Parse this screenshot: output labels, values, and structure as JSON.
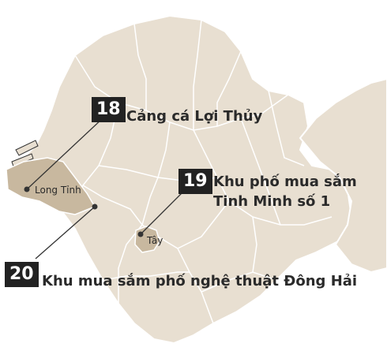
{
  "colors": {
    "land": "#e8dfd1",
    "highlight": "#c8b89f",
    "border": "#ffffff",
    "leader": "#333333",
    "badge": "#222222",
    "badge_text": "#ffffff",
    "text": "#2a2a2a"
  },
  "places": [
    {
      "number": "18",
      "name": "Cảng cá Lợi Thủy"
    },
    {
      "number": "19",
      "name_line1": "Khu phố mua sắm",
      "name_line2": "Tinh Minh số 1"
    },
    {
      "number": "20",
      "name": "Khu mua sắm phố nghệ thuật Đông Hải"
    }
  ],
  "districts": [
    {
      "label": "Long Tỉnh"
    },
    {
      "label": "Tây"
    }
  ]
}
